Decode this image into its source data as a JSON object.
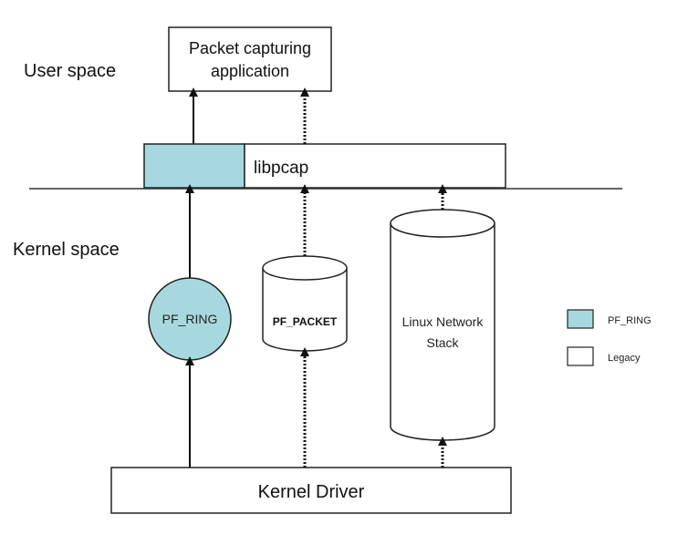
{
  "regions": {
    "user_space": "User space",
    "kernel_space": "Kernel space"
  },
  "app": {
    "line1": "Packet capturing",
    "line2": "application"
  },
  "libpcap": {
    "label": "libpcap"
  },
  "pf_ring": {
    "label": "PF_RING"
  },
  "pf_packet": {
    "label": "PF_PACKET"
  },
  "network_stack": {
    "line1": "Linux Network",
    "line2": "Stack"
  },
  "kernel_driver": {
    "label": "Kernel Driver"
  },
  "legend": {
    "items": [
      {
        "label": "PF_RING",
        "color": "#a8d8df"
      },
      {
        "label": "Legacy",
        "color": "#ffffff"
      }
    ]
  },
  "colors": {
    "pf_ring_fill": "#a8d8df",
    "stroke": "#222222"
  }
}
